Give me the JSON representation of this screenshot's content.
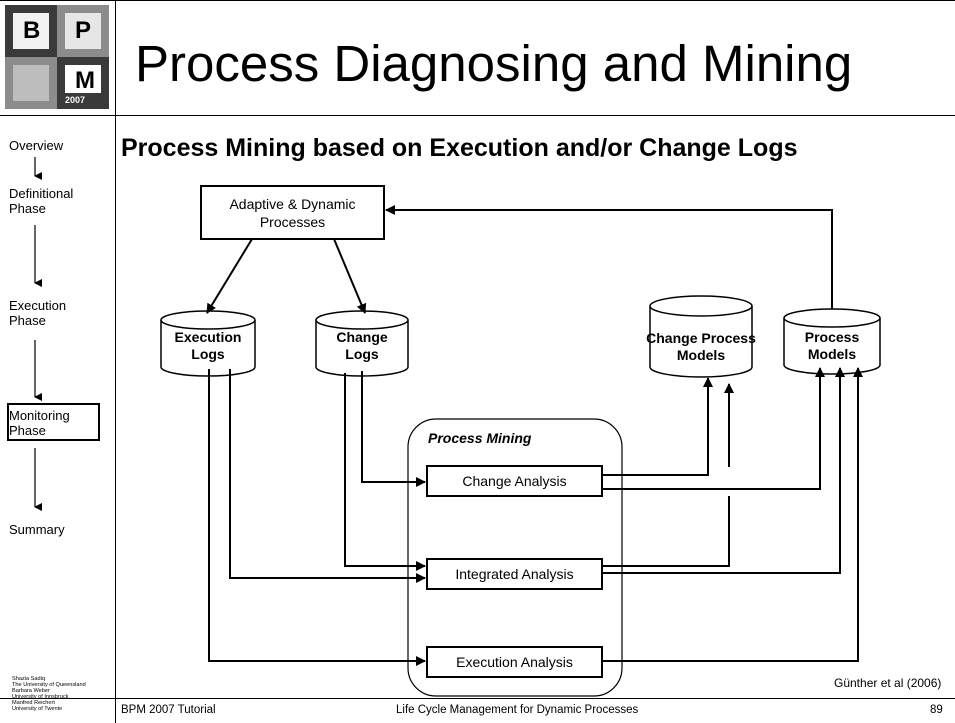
{
  "header": {
    "title": "Process Diagnosing and Mining",
    "subtitle": "Process Mining based on Execution and/or Change Logs"
  },
  "logo": {
    "letter_b": "B",
    "letter_p": "P",
    "letter_m": "M",
    "year": "2007"
  },
  "sidebar": {
    "items": [
      {
        "label": "Overview"
      },
      {
        "label": "Definitional Phase"
      },
      {
        "label": "Execution Phase"
      },
      {
        "label": "Monitoring Phase",
        "active": true
      },
      {
        "label": "Summary"
      }
    ],
    "credits": [
      "Shazia Sadiq",
      "The University of Queensland",
      "Barbara Weber",
      "University of Innsbruck",
      "Manfred Reichert",
      "University of Twente"
    ]
  },
  "diagram": {
    "adaptive_box": "Adaptive & Dynamic Processes",
    "execution_logs": "Execution Logs",
    "change_logs": "Change Logs",
    "change_process_models": "Change Process Models",
    "process_models": "Process Models",
    "process_mining_label": "Process Mining",
    "change_analysis": "Change Analysis",
    "integrated_analysis": "Integrated Analysis",
    "execution_analysis": "Execution Analysis",
    "citation": "Günther  et al (2006)"
  },
  "footer": {
    "left": "BPM 2007 Tutorial",
    "center": "Life Cycle Management for Dynamic Processes",
    "page_number": "89"
  }
}
